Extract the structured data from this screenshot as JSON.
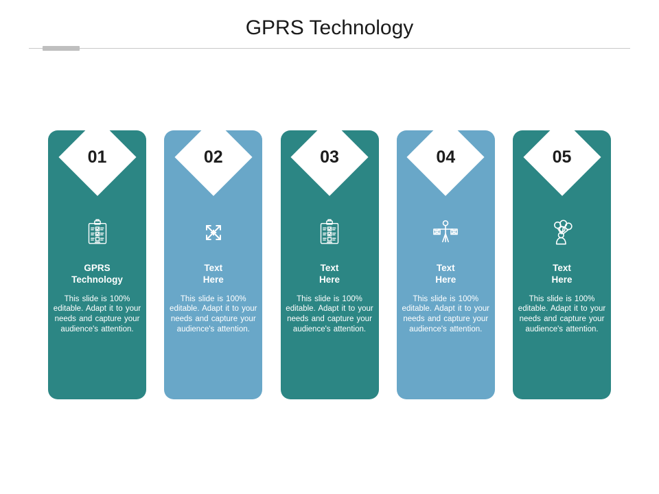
{
  "slide": {
    "title": "GPRS Technology",
    "background": "#ffffff",
    "accent_bar_color": "#bfbfbf",
    "rule_color": "#c9c9c9"
  },
  "colors": {
    "teal": "#2c8684",
    "blue": "#69a7c8",
    "diamond_fill": "#ffffff",
    "number_color": "#1d1d1d",
    "card_text": "#ffffff"
  },
  "cards": [
    {
      "number": "01",
      "icon": "clipboard-checklist-icon",
      "heading": "GPRS\nTechnology",
      "body": "This slide is 100% editable. Adapt it to your needs and capture your audience's attention.",
      "color": "#2c8684"
    },
    {
      "number": "02",
      "icon": "crossed-arrows-icon",
      "heading": "Text\nHere",
      "body": "This slide is 100% editable. Adapt it to your needs and capture your audience's attention.",
      "color": "#69a7c8"
    },
    {
      "number": "03",
      "icon": "clipboard-checklist-icon",
      "heading": "Text\nHere",
      "body": "This slide is 100% editable. Adapt it to your needs and capture your audience's attention.",
      "color": "#2c8684"
    },
    {
      "number": "04",
      "icon": "person-holding-boxes-icon",
      "heading": "Text\nHere",
      "body": "This slide is 100% editable. Adapt it to your needs and capture your audience's attention.",
      "color": "#69a7c8"
    },
    {
      "number": "05",
      "icon": "person-with-balloons-icon",
      "heading": "Text\nHere",
      "body": "This slide is 100% editable. Adapt it to your needs and capture your audience's attention.",
      "color": "#2c8684"
    }
  ]
}
